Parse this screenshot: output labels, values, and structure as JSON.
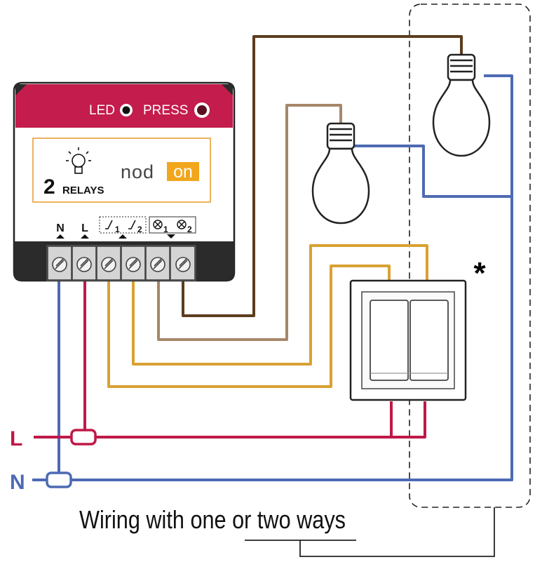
{
  "module": {
    "led_label": "LED",
    "press_label": "PRESS",
    "relay_count": "2",
    "relay_word": "RELAYS",
    "brand_prefix": "nod",
    "brand_on": "on",
    "terminals": [
      {
        "id": "n",
        "label": "N"
      },
      {
        "id": "l",
        "label": "L"
      },
      {
        "id": "s1",
        "label": "1"
      },
      {
        "id": "s2",
        "label": "2"
      },
      {
        "id": "o1",
        "label": "1"
      },
      {
        "id": "o2",
        "label": "2"
      }
    ],
    "colors": {
      "header": "#c41c4c",
      "body": "#2b2b2b",
      "brand_accent": "#f2a61c",
      "frame": "#e8a035"
    }
  },
  "mains": {
    "line_label": "L",
    "neutral_label": "N"
  },
  "switch_note": "*",
  "caption": "Wiring with one or two ways",
  "wire_colors": {
    "neutral": "#4d6ab3",
    "live": "#c01848",
    "switch": "#d9a133",
    "output_1": "#a7876a",
    "output_2": "#5c3d1e"
  }
}
